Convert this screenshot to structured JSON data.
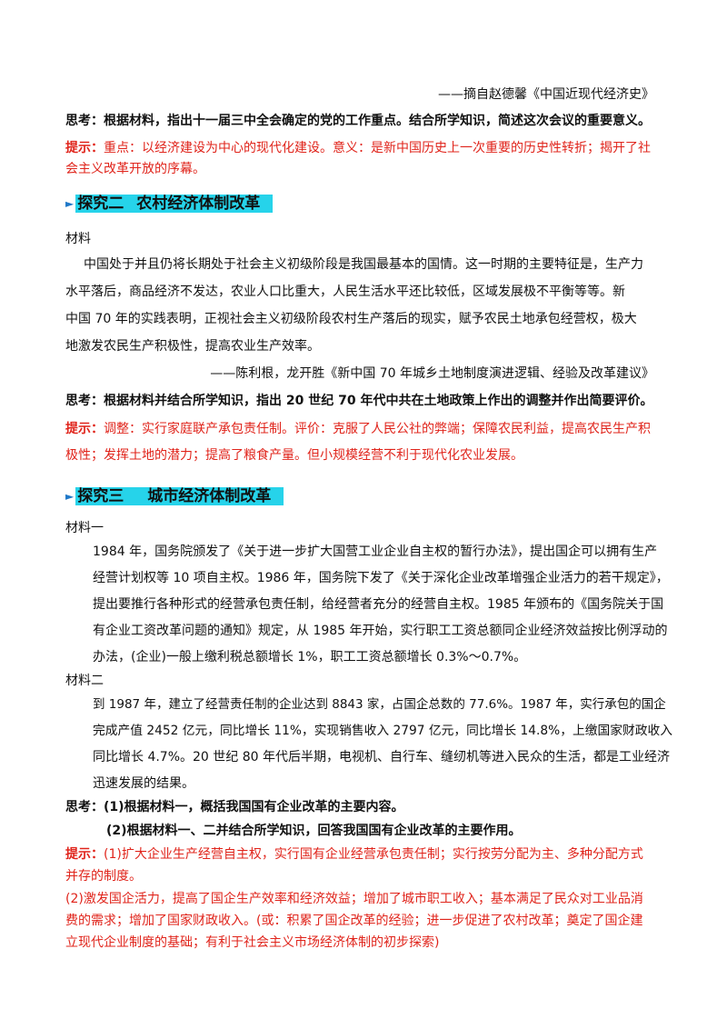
{
  "source1": "——摘自赵德馨《中国近现代经济史》",
  "think1": "思考：根据材料，指出十一届三中全会确定的党的工作重点。结合所学知识，简述这次会议的重要意义。",
  "hint1": {
    "label": "提示：",
    "line1": "重点：以经济建设为中心的现代化建设。意义：是新中国历史上一次重要的历史性转折；揭开了社",
    "line2": "会主义改革开放的序幕。"
  },
  "section2": {
    "arrow": "►",
    "num": "探究二",
    "title": "农村经济体制改革"
  },
  "material_label": "材料",
  "material2": [
    "中国处于并且仍将长期处于社会主义初级阶段是我国最基本的国情。这一时期的主要特征是，生产力",
    "水平落后，商品经济不发达，农业人口比重大，人民生活水平还比较低，区域发展极不平衡等等。新",
    "中国 70 年的实践表明，正视社会主义初级阶段农村生产落后的现实，赋予农民土地承包经营权，极大",
    "地激发农民生产积极性，提高农业生产效率。"
  ],
  "source2": "——陈利根，龙开胜《新中国 70 年城乡土地制度演进逻辑、经验及改革建议》",
  "think2": "思考：根据材料并结合所学知识，指出 20 世纪 70 年代中共在土地政策上作出的调整并作出简要评价。",
  "hint2": {
    "label": "提示：",
    "line1": "调整：实行家庭联产承包责任制。评价：克服了人民公社的弊端；保障农民利益，提高农民生产积",
    "line2": "极性；发挥土地的潜力；提高了粮食产量。但小规模经营不利于现代化农业发展。"
  },
  "section3": {
    "arrow": "►",
    "num": "探究三",
    "title": "城市经济体制改革"
  },
  "material3a_label": "材料一",
  "material3a": [
    "1984 年，国务院颁发了《关于进一步扩大国营工业企业自主权的暂行办法》，提出国企可以拥有生产",
    "经营计划权等 10 项自主权。1986 年，国务院下发了《关于深化企业改革增强企业活力的若干规定》，",
    "提出要推行各种形式的经营承包责任制，给经营者充分的经营自主权。1985 年颁布的《国务院关于国",
    "有企业工资改革问题的通知》规定，从 1985 年开始，实行职工工资总额同企业经济效益按比例浮动的",
    "办法，(企业)一般上缴利税总额增长 1%，职工工资总额增长 0.3%～0.7%。"
  ],
  "material3b_label": "材料二",
  "material3b": [
    "到 1987 年，建立了经营责任制的企业达到 8843 家，占国企总数的 77.6%。1987 年，实行承包的国企",
    "完成产值 2452 亿元，同比增长 11%，实现销售收入 2797 亿元，同比增长 14.8%，上缴国家财政收入",
    "同比增长 4.7%。20 世纪 80 年代后半期，电视机、自行车、缝纫机等进入民众的生活，都是工业经济",
    "迅速发展的结果。"
  ],
  "think3": {
    "line1": "思考：(1)根据材料一，概括我国国有企业改革的主要内容。",
    "line2": "(2)根据材料一、二并结合所学知识，回答我国国有企业改革的主要作用。"
  },
  "hint3": {
    "label": "提示：",
    "line1": "(1)扩大企业生产经营自主权，实行国有企业经营承包责任制；实行按劳分配为主、多种分配方式",
    "line2": "并存的制度。",
    "line3": "(2)激发国企活力，提高了国企生产效率和经济效益；增加了城市职工收入；基本满足了民众对工业品消",
    "line4": "费的需求；增加了国家财政收入。(或：积累了国企改革的经验；进一步促进了农村改革；奠定了国企建",
    "line5": "立现代企业制度的基础；有利于社会主义市场经济体制的初步探索)"
  }
}
